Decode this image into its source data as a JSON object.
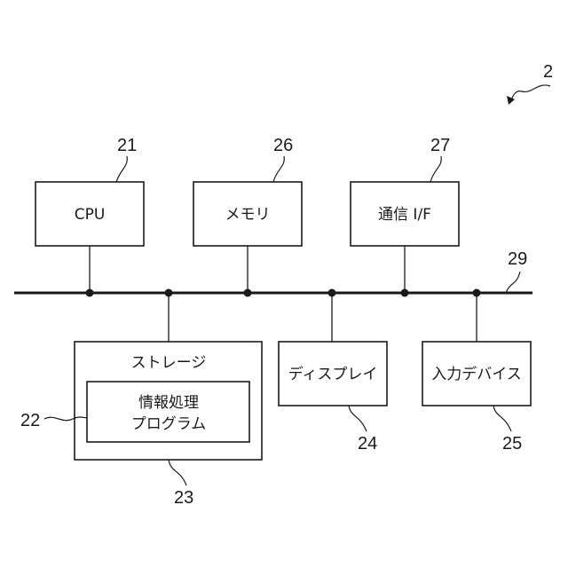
{
  "figure": {
    "ref": "2",
    "bus": {
      "ref": "29"
    },
    "components": {
      "cpu": {
        "label": "CPU",
        "ref": "21"
      },
      "memory": {
        "label": "メモリ",
        "ref": "26"
      },
      "comm_if": {
        "label": "通信 I/F",
        "ref": "27"
      },
      "storage": {
        "label": "ストレージ",
        "ref": "23"
      },
      "program": {
        "label_line1": "情報処理",
        "label_line2": "プログラム",
        "ref": "22"
      },
      "display": {
        "label": "ディスプレイ",
        "ref": "24"
      },
      "input_device": {
        "label": "入力デバイス",
        "ref": "25"
      }
    }
  }
}
